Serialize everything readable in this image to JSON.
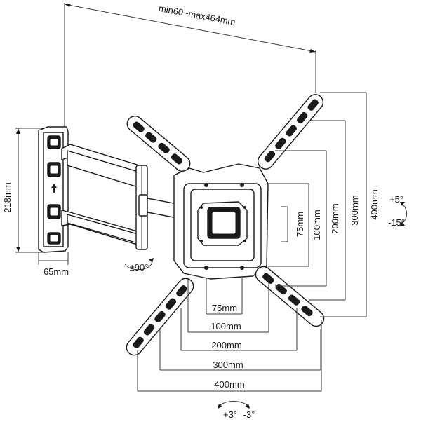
{
  "labels": {
    "arm_extension": "min60~max464mm",
    "wall_plate_height": "218mm",
    "wall_plate_width": "65mm",
    "swivel": "±90°",
    "tilt_up": "+5°",
    "tilt_down": "-15°",
    "level_pos": "+3°",
    "level_neg": "-3°",
    "vesa_h_75": "75mm",
    "vesa_h_100": "100mm",
    "vesa_h_200": "200mm",
    "vesa_h_300": "300mm",
    "vesa_h_400": "400mm",
    "vesa_v_75": "75mm",
    "vesa_v_100": "100mm",
    "vesa_v_200": "200mm",
    "vesa_v_300": "300mm",
    "vesa_v_400": "400mm"
  }
}
